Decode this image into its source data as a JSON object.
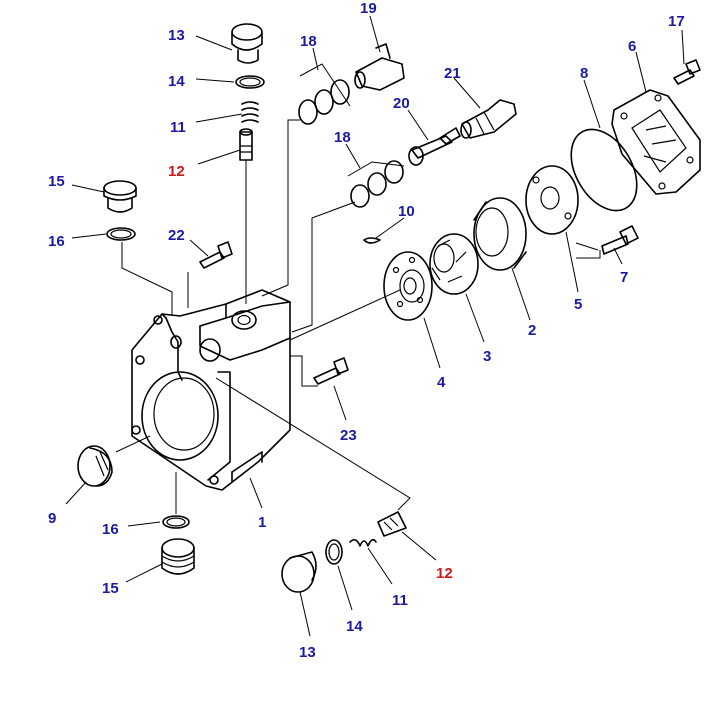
{
  "colors": {
    "label_primary": "#1a1aa6",
    "label_highlight": "#d01515",
    "line": "#000000",
    "background": "#ffffff"
  },
  "callouts": {
    "c1": "1",
    "c2": "2",
    "c3": "3",
    "c4": "4",
    "c5": "5",
    "c6": "6",
    "c7": "7",
    "c8": "8",
    "c9": "9",
    "c10": "10",
    "c11a": "11",
    "c11b": "11",
    "c12a": "12",
    "c12b": "12",
    "c13a": "13",
    "c13b": "13",
    "c14a": "14",
    "c14b": "14",
    "c15a": "15",
    "c15b": "15",
    "c16a": "16",
    "c16b": "16",
    "c17": "17",
    "c18a": "18",
    "c18b": "18",
    "c19": "19",
    "c20": "20",
    "c21": "21",
    "c22": "22",
    "c23": "23"
  }
}
